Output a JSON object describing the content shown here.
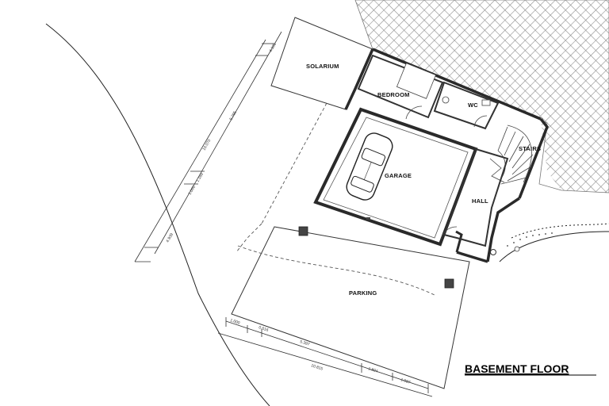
{
  "title": "BASEMENT FLOOR",
  "rooms": {
    "solarium": "SOLARIUM",
    "bedroom": "BEDROOM",
    "wc": "WC",
    "stairs": "STAIRS",
    "garage": "GARAGE",
    "hall": "HALL",
    "parking": "PARKING"
  },
  "dimensions": {
    "left": [
      "4.100",
      "10.070",
      "5.795",
      "1.169",
      "1.000",
      "4.939"
    ],
    "bottom": [
      "1.000",
      "0.616",
      "5.397",
      "10.815",
      "1.804",
      "1.987"
    ]
  },
  "colors": {
    "wall": "#2a2a2a",
    "hatch": "#9a9a9a",
    "line": "#555555"
  }
}
